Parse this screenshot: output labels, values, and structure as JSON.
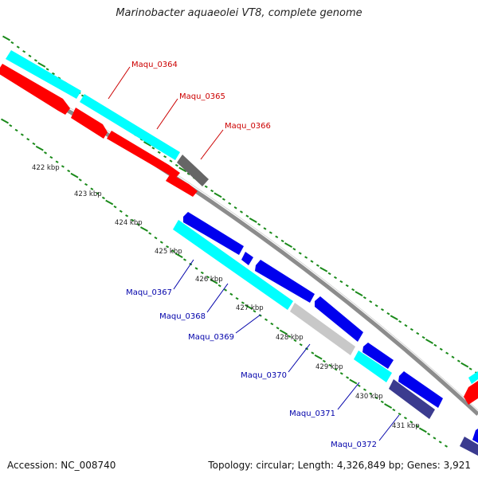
{
  "header": {
    "title": "Marinobacter aquaeolei VT8, complete genome"
  },
  "footer": {
    "accession": "Accession: NC_008740",
    "summary": "Topology: circular; Length: 4,326,849 bp; Genes: 3,921"
  },
  "colors": {
    "forward_cds": "#ff0000",
    "reverse_cds": "#0000ee",
    "forward_gene": "#00ffff",
    "reverse_gene": "#1a1a99",
    "pseudo_gene": "#666666",
    "light_gene": "#c8c8c8",
    "backbone": "#8c8c8c",
    "ticks": "#1a8a1a",
    "label_forward": "#cc0000",
    "label_reverse": "#0000aa"
  },
  "scale": {
    "unit": "kbp",
    "ticks": [
      {
        "kb": 422,
        "label": "422 kbp"
      },
      {
        "kb": 423,
        "label": "423 kbp"
      },
      {
        "kb": 424,
        "label": "424 kbp"
      },
      {
        "kb": 425,
        "label": "425 kbp"
      },
      {
        "kb": 426,
        "label": "426 kbp"
      },
      {
        "kb": 427,
        "label": "427 kbp"
      },
      {
        "kb": 428,
        "label": "428 kbp"
      },
      {
        "kb": 429,
        "label": "429 kbp"
      },
      {
        "kb": 430,
        "label": "430 kbp"
      },
      {
        "kb": 431,
        "label": "431 kbp"
      }
    ]
  },
  "genes": [
    {
      "label": "Maqu_0364",
      "strand": "forward"
    },
    {
      "label": "Maqu_0365",
      "strand": "forward"
    },
    {
      "label": "Maqu_0366",
      "strand": "forward"
    },
    {
      "label": "Maqu_0367",
      "strand": "reverse"
    },
    {
      "label": "Maqu_0368",
      "strand": "reverse"
    },
    {
      "label": "Maqu_0369",
      "strand": "reverse"
    },
    {
      "label": "Maqu_0370",
      "strand": "reverse"
    },
    {
      "label": "Maqu_0371",
      "strand": "reverse"
    },
    {
      "label": "Maqu_0372",
      "strand": "reverse"
    }
  ]
}
